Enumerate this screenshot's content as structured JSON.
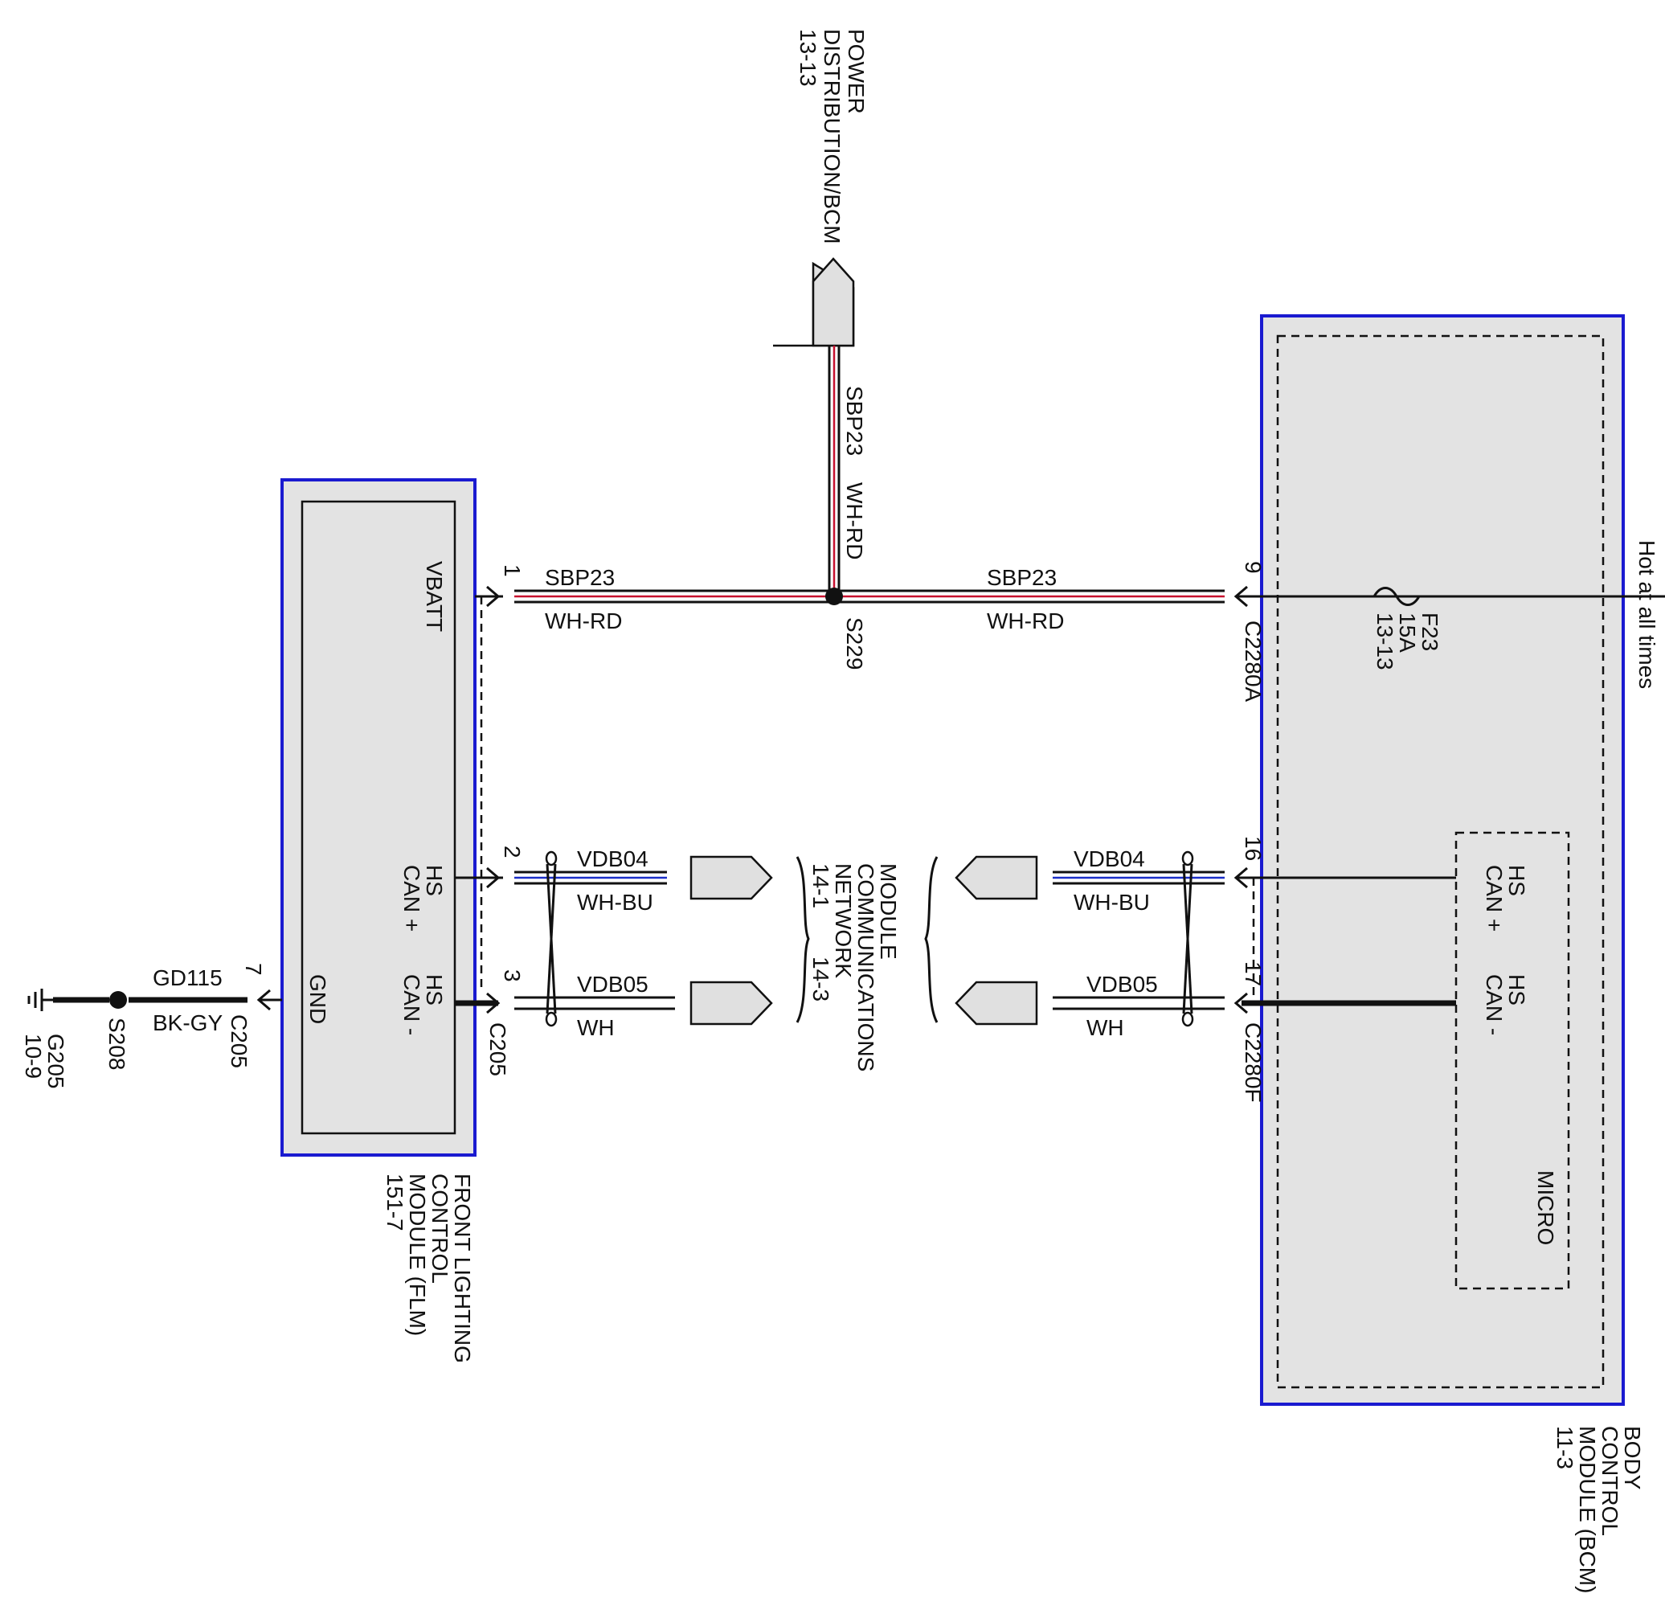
{
  "colors": {
    "module_border": "#1a1ad0",
    "module_fill": "#e3e3e3",
    "wire_red_stripe": "#c8102e",
    "wire_blue_stripe": "#1a2ec8",
    "line": "#111111"
  },
  "top_reference": {
    "lines": [
      "POWER",
      "DISTRIBUTION/BCM",
      "13-13"
    ],
    "circuit": "SBP23",
    "color": "WH-RD"
  },
  "hot_label": "Hot at all times",
  "fuse": {
    "lines": [
      "F23",
      "15A",
      "13-13"
    ],
    "icon": "fuse-icon"
  },
  "splice_top": "S229",
  "splice_ground": "S208",
  "vbatt_wire_left": {
    "circuit": "SBP23",
    "color": "WH-RD"
  },
  "vbatt_wire_right": {
    "circuit": "SBP23",
    "color": "WH-RD"
  },
  "can_plus_left": {
    "circuit": "VDB04",
    "color": "WH-BU"
  },
  "can_minus_left": {
    "circuit": "VDB05",
    "color": "WH"
  },
  "can_plus_right": {
    "circuit": "VDB04",
    "color": "WH-BU"
  },
  "can_minus_right": {
    "circuit": "VDB05",
    "color": "WH"
  },
  "ground_wire": {
    "circuit": "GD115",
    "color": "BK-GY"
  },
  "ground": {
    "name": "G205",
    "page": "10-9",
    "icon": "ground-icon"
  },
  "flm": {
    "lines": [
      "FRONT LIGHTING",
      "CONTROL",
      "MODULE (FLM)",
      "151-7"
    ],
    "pins": {
      "vbatt": "VBATT",
      "can_plus_1": "HS",
      "can_plus_2": "CAN +",
      "can_minus_1": "HS",
      "can_minus_2": "CAN -",
      "gnd": "GND"
    },
    "pin_numbers": {
      "vbatt": "1",
      "can_plus": "2",
      "can_minus": "3",
      "gnd": "7"
    },
    "connector": "C205",
    "ground_connector": "C205"
  },
  "bcm": {
    "lines": [
      "BODY",
      "CONTROL",
      "MODULE (BCM)",
      "11-3"
    ],
    "micro": "MICRO",
    "pins": {
      "can_plus_1": "HS",
      "can_plus_2": "CAN +",
      "can_minus_1": "HS",
      "can_minus_2": "CAN -"
    },
    "pin_numbers": {
      "vbatt": "9",
      "can_plus": "16",
      "can_minus": "17"
    },
    "connector_a": "C2280A",
    "connector_f": "C2280F"
  },
  "network_reference": {
    "lines": [
      "MODULE",
      "COMMUNICATIONS",
      "NETWORK",
      "14-1",
      "14-3"
    ]
  }
}
